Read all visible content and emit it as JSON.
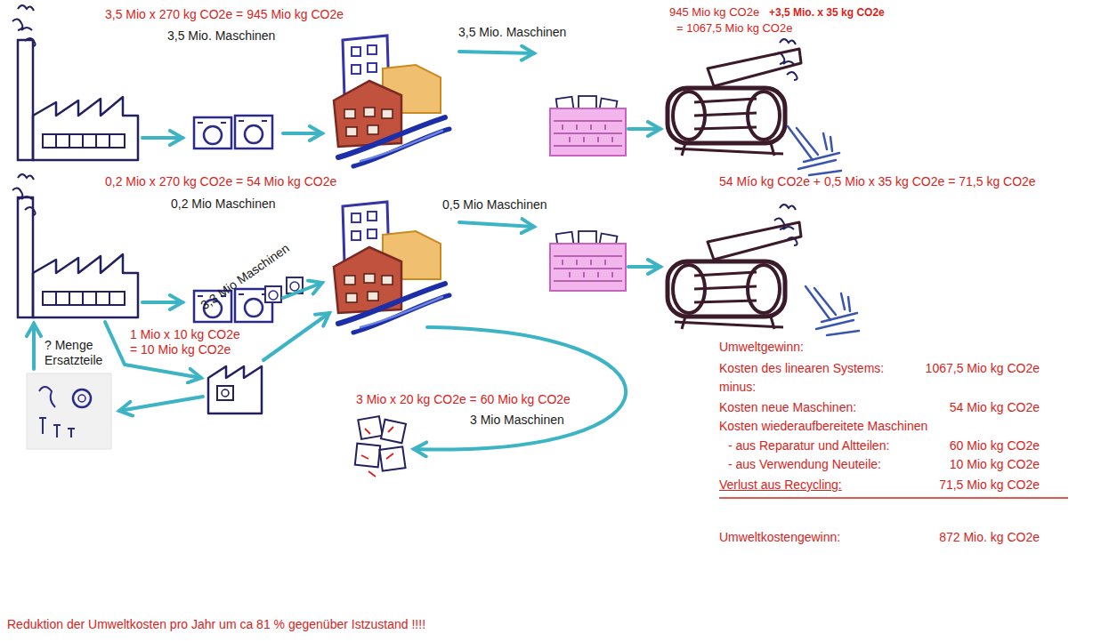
{
  "diagram": {
    "caption": "Reduktion der Umweltkosten pro Jahr um ca 81 % gegenüber Istzustand !!!!",
    "labels": [
      "3,5 Mio x 270 kg CO2e = 945 Mio kg CO2e",
      "3,5 Mio. Maschinen",
      "3,5 Mio. Maschinen",
      "945 Mio kg CO2e",
      "+3,5 Mio. x 35 kg CO2e",
      "= 1067,5 Mio kg CO2e",
      "0,2 Mio x 270 kg CO2e = 54 Mio kg CO2e",
      "0,2 Mio Maschinen",
      "0,5 Mio Maschinen",
      "54 Mío kg CO2e + 0,5 Mio x 35 kg CO2e = 71,5 kg CO2e",
      "1 Mio x 10 kg CO2e = 10 Mio kg CO2e",
      "? Menge Ersatzteile",
      "3,3 Mio Maschinen",
      "3 Mio x 20 kg CO2e = 60 Mio kg CO2e",
      "3 Mio Maschinen",
      "Umweltgewinn:",
      "Kosten des linearen Systems:",
      "1067,5 Mio kg CO2e",
      "minus:",
      "Kosten neue Maschinen:",
      "54 Mio kg CO2e",
      "Kosten wiederaufbereitete Maschinen",
      "- aus Reparatur und Altteilen:",
      "60 Mio kg CO2e",
      "- aus Verwendung Neuteile:",
      "10 Mio kg CO2e",
      "Verlust aus Recycling:",
      "71,5 Mio kg CO2e",
      "Umweltkostengewinn:",
      "872 Mio. kg CO2e"
    ]
  }
}
